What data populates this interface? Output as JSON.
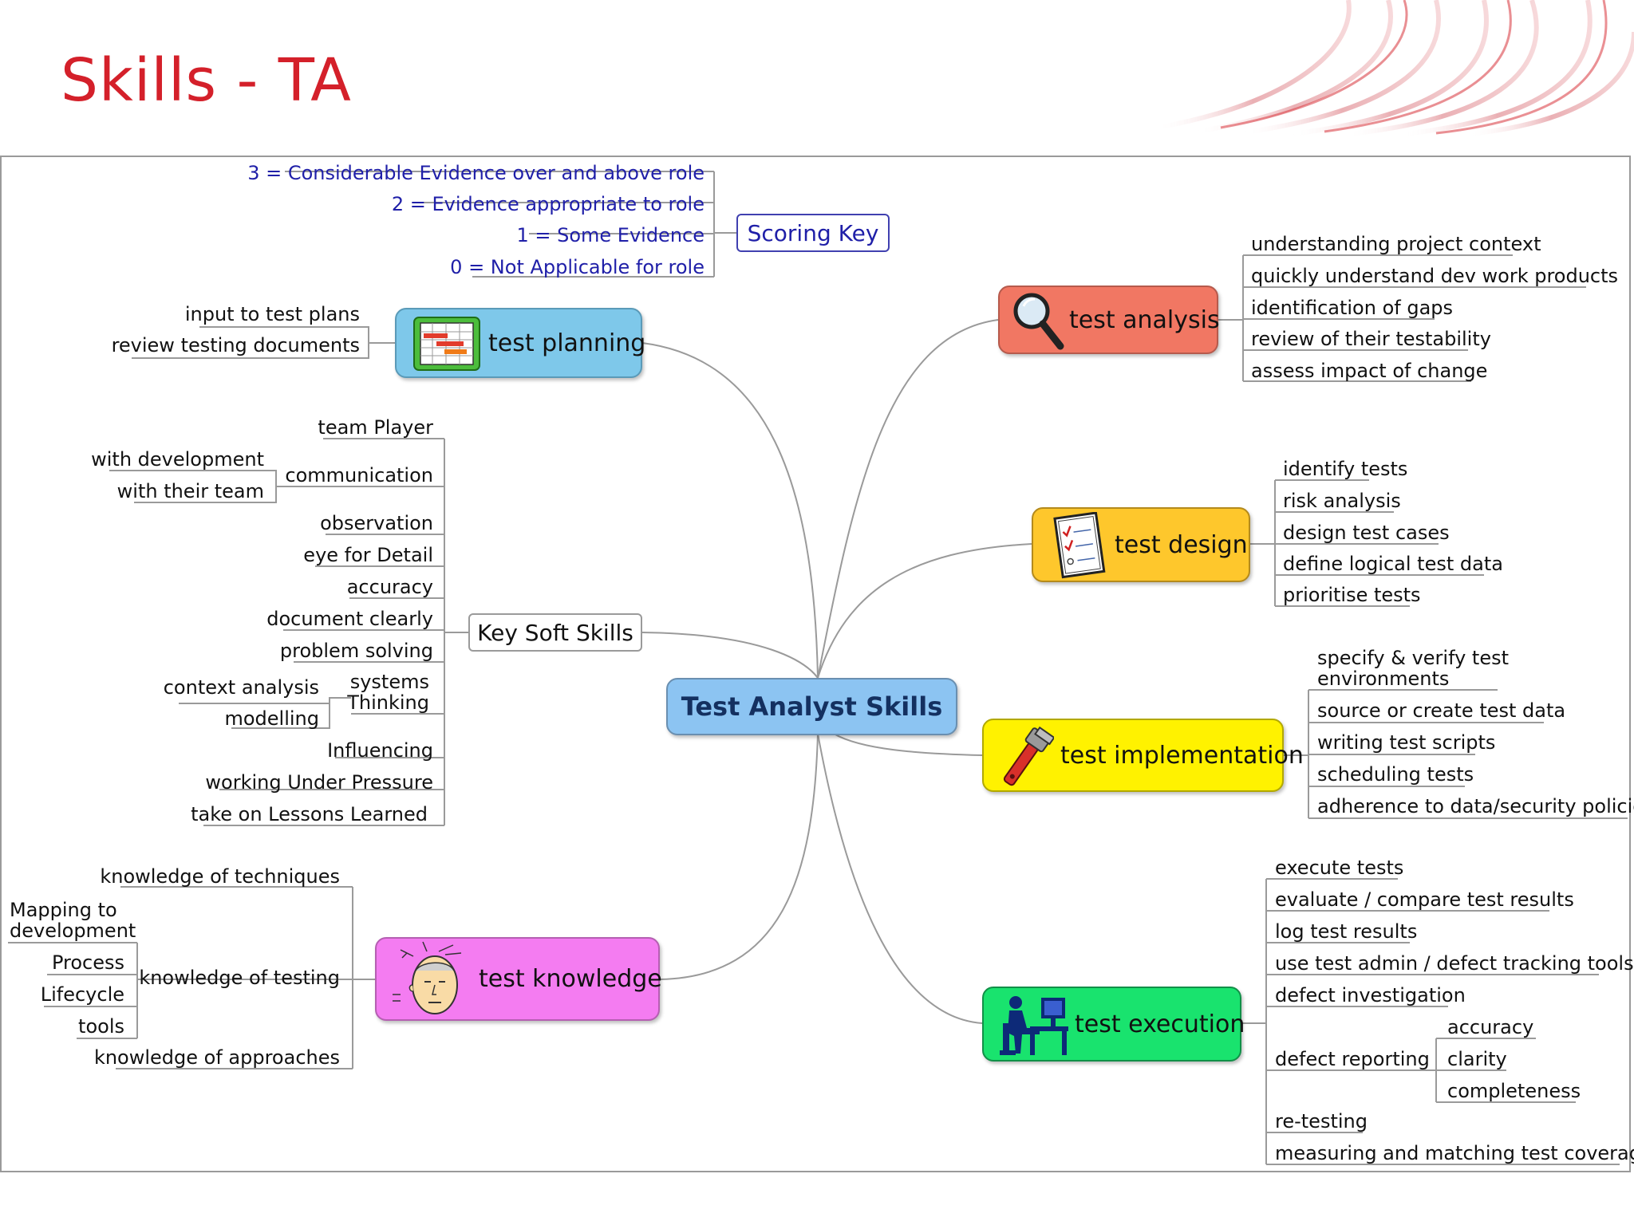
{
  "slide": {
    "title": "Skills - TA"
  },
  "colors": {
    "title": "#d4202a",
    "key_text": "#1f1fa8",
    "planning": "#7ec8ea",
    "analysis": "#f17763",
    "design": "#fec72c",
    "implementation": "#fff200",
    "execution": "#19e36e",
    "knowledge": "#f47cf1",
    "central": "#8cc4f2"
  },
  "central": {
    "label": "Test Analyst Skills"
  },
  "scoring_key": {
    "label": "Scoring Key",
    "items": [
      "3 = Considerable Evidence over and above role",
      "2 = Evidence appropriate to role",
      "1 = Some Evidence",
      "0 = Not Applicable for role"
    ]
  },
  "test_planning": {
    "label": "test planning",
    "icon": "gantt-chart-icon",
    "items": [
      "input to test plans",
      "review testing documents"
    ]
  },
  "key_soft_skills": {
    "label": "Key Soft Skills",
    "items": [
      "team Player",
      "communication",
      "observation",
      "eye for Detail",
      "accuracy",
      "document clearly",
      "problem solving",
      "systems\nThinking",
      "Influencing",
      "working Under Pressure",
      "take on Lessons Learned"
    ],
    "communication_children": [
      "with development",
      "with their team"
    ],
    "systems_children": [
      "context analysis",
      "modelling"
    ]
  },
  "test_knowledge": {
    "label": "test knowledge",
    "icon": "thinking-head-icon",
    "items": [
      "knowledge of techniques",
      "knowledge of testing",
      "knowledge of approaches"
    ],
    "testing_children": [
      "Mapping to\ndevelopment",
      "Process",
      "Lifecycle",
      "tools"
    ]
  },
  "test_analysis": {
    "label": "test analysis",
    "icon": "magnifier-icon",
    "items": [
      "understanding project context",
      "quickly understand dev work products",
      "identification of gaps",
      "review of their testability",
      "assess impact of change"
    ]
  },
  "test_design": {
    "label": "test design",
    "icon": "checklist-icon",
    "items": [
      "identify tests",
      "risk analysis",
      "design test cases",
      "define logical test data",
      "prioritise tests"
    ]
  },
  "test_implementation": {
    "label": "test implementation",
    "icon": "wrench-icon",
    "items": [
      "specify & verify test\nenvironments",
      "source or create test data",
      "writing test scripts",
      "scheduling tests",
      "adherence to data/security policies"
    ]
  },
  "test_execution": {
    "label": "test execution",
    "icon": "computer-user-icon",
    "items": [
      "execute tests",
      "evaluate / compare test results",
      "log test results",
      "use test admin / defect tracking tools",
      "defect investigation",
      "defect reporting",
      "re-testing",
      "measuring and matching test coverage"
    ],
    "reporting_children": [
      "accuracy",
      "clarity",
      "completeness"
    ]
  }
}
